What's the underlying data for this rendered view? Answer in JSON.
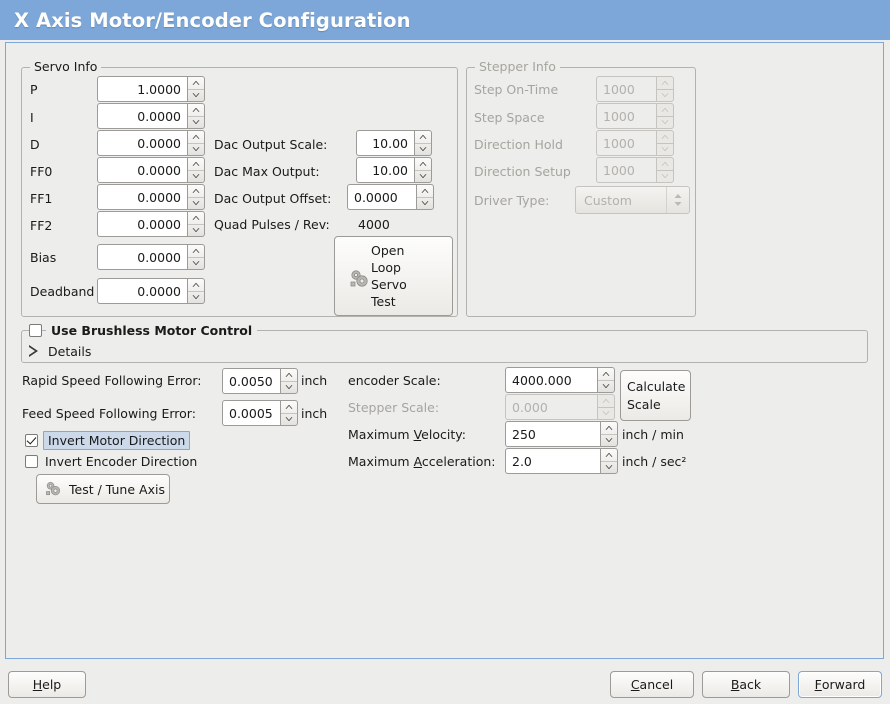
{
  "window": {
    "title": "X Axis Motor/Encoder Configuration",
    "title_bar_color": "#7ca7d8",
    "background_color": "#ededeb"
  },
  "servo_info": {
    "legend": "Servo Info",
    "fields": [
      {
        "label": "P",
        "value": "1.0000"
      },
      {
        "label": "I",
        "value": "0.0000"
      },
      {
        "label": "D",
        "value": "0.0000"
      },
      {
        "label": "FF0",
        "value": "0.0000"
      },
      {
        "label": "FF1",
        "value": "0.0000"
      },
      {
        "label": "FF2",
        "value": "0.0000"
      },
      {
        "label": "Bias",
        "value": "0.0000"
      },
      {
        "label": "Deadband",
        "value": "0.0000"
      }
    ],
    "dac": [
      {
        "label": "Dac Output Scale:",
        "value": "10.00"
      },
      {
        "label": "Dac Max Output:",
        "value": "10.00"
      },
      {
        "label": "Dac Output Offset:",
        "value": "0.0000"
      }
    ],
    "quad_pulses_label": "Quad Pulses / Rev:",
    "quad_pulses_value": "4000",
    "open_loop_button": {
      "line1": "Open",
      "line2": "Loop",
      "line3": "Servo",
      "line4": "Test",
      "icon": "gears-icon"
    }
  },
  "stepper_info": {
    "legend": "Stepper Info",
    "enabled": false,
    "fields": [
      {
        "label": "Step On-Time",
        "value": "1000"
      },
      {
        "label": "Step Space",
        "value": "1000"
      },
      {
        "label": "Direction Hold",
        "value": "1000"
      },
      {
        "label": "Direction Setup",
        "value": "1000"
      }
    ],
    "driver_type": {
      "label": "Driver Type:",
      "value": "Custom"
    }
  },
  "brushless": {
    "checkbox_label": "Use Brushless Motor Control",
    "checked": false,
    "details_label": "Details",
    "details_expanded": false
  },
  "tuning": {
    "rapid_error": {
      "label": "Rapid Speed Following Error:",
      "value": "0.0050",
      "unit": "inch"
    },
    "feed_error": {
      "label": "Feed Speed Following Error:",
      "value": "0.0005",
      "unit": "inch"
    },
    "invert_motor": {
      "label": "Invert Motor Direction",
      "checked": true,
      "focused": true
    },
    "invert_encoder": {
      "label": "Invert Encoder Direction",
      "checked": false,
      "focused": false
    },
    "test_tune_button": {
      "label": "Test / Tune Axis",
      "icon": "gears-icon"
    }
  },
  "scales": {
    "encoder_scale": {
      "label": "encoder Scale:",
      "value": "4000.000",
      "enabled": true
    },
    "stepper_scale": {
      "label": "Stepper Scale:",
      "value": "0.000",
      "enabled": false
    },
    "max_velocity": {
      "label_pre": "Maximum ",
      "label_mn": "V",
      "label_post": "elocity:",
      "value": "250",
      "unit": "inch / min"
    },
    "max_accel": {
      "label_pre": "Maximum ",
      "label_mn": "A",
      "label_post": "cceleration:",
      "value": "2.0",
      "unit": "inch / sec²"
    },
    "calculate_button": {
      "line1": "Calculate",
      "line2": "Scale"
    }
  },
  "footer": {
    "help": {
      "mn": "H",
      "rest": "elp"
    },
    "cancel": {
      "mn": "C",
      "rest": "ancel"
    },
    "back": {
      "mn": "B",
      "rest": "ack"
    },
    "forward": {
      "mn": "F",
      "rest": "orward",
      "focused": true
    }
  }
}
